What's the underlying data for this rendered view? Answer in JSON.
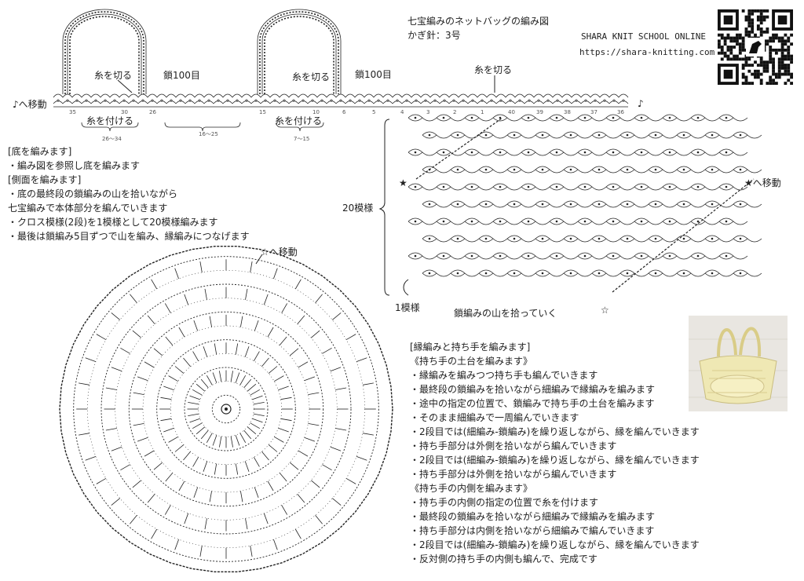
{
  "header": {
    "title": "七宝編みのネットバッグの編み図",
    "hook": "かぎ針：3号",
    "school": "SHARA KNIT SCHOOL ONLINE",
    "url": "https://shara-knitting.com"
  },
  "edging_labels": {
    "cut_left": "糸を切る",
    "chain_left": "鎖100目",
    "cut_mid": "糸を切る",
    "chain_right": "鎖100目",
    "cut_right": "糸を切る",
    "move_left": "♪へ移動",
    "music_end": "♪",
    "attach_left": "糸を付ける",
    "attach_right": "糸を付ける",
    "range_a": "26〜34",
    "range_b": "16〜25",
    "range_c": "7〜15",
    "stitch_numbers": [
      "35",
      "30",
      "26",
      "15",
      "10",
      "6",
      "5",
      "4",
      "3",
      "2",
      "1",
      "40",
      "39",
      "38",
      "37",
      "36"
    ]
  },
  "side_panel": {
    "repeat_label": "20模様",
    "unit_label": "1模様",
    "star_left": "★",
    "star_right": "★へ移動",
    "bottom_caption": "鎖編みの山を拾っていく",
    "hollow_star": "☆"
  },
  "base_section": {
    "lines": [
      "[底を編みます]",
      "・編み図を参照し底を編みます",
      "[側面を編みます]",
      "・底の最終段の鎖編みの山を拾いながら",
      "七宝編みで本体部分を編んでいきます",
      "・クロス模様(2段)を1模様として20模様編みます",
      "・最後は鎖編み5目ずつで山を編み、縁編みにつなげます"
    ]
  },
  "circle": {
    "move_label": "☆へ移動"
  },
  "instructions": {
    "lines": [
      "[縁編みと持ち手を編みます]",
      "《持ち手の土台を編みます》",
      "・縁編みを編みつつ持ち手も編んでいきます",
      "・最終段の鎖編みを拾いながら細編みで縁編みを編みます",
      "・途中の指定の位置で、鎖編みで持ち手の土台を編みます",
      "・そのまま細編みで一周編んでいきます",
      "・2段目では(細編み-鎖編み)を繰り返しながら、縁を編んでいきます",
      "・持ち手部分は外側を拾いながら編んでいきます",
      "・2段目では(細編み-鎖編み)を繰り返しながら、縁を編んでいきます",
      "・持ち手部分は外側を拾いながら編んでいきます",
      "《持ち手の内側を編みます》",
      "・持ち手の内側の指定の位置で糸を付けます",
      "・最終段の鎖編みを拾いながら細編みで縁編みを編みます",
      "・持ち手部分は内側を拾いながら細編みで編んでいきます",
      "・2段目では(細編み-鎖編み)を繰り返しながら、縁を編んでいきます",
      "・反対側の持ち手の内側も編んで、完成です"
    ]
  },
  "colors": {
    "ink": "#222222",
    "photo_bg": "#e9e6e1",
    "bag": "#efe8b4",
    "handle": "#d9cc87"
  },
  "icons": [
    "qr-code-icon",
    "dinosaur-icon",
    "bag-photo"
  ]
}
